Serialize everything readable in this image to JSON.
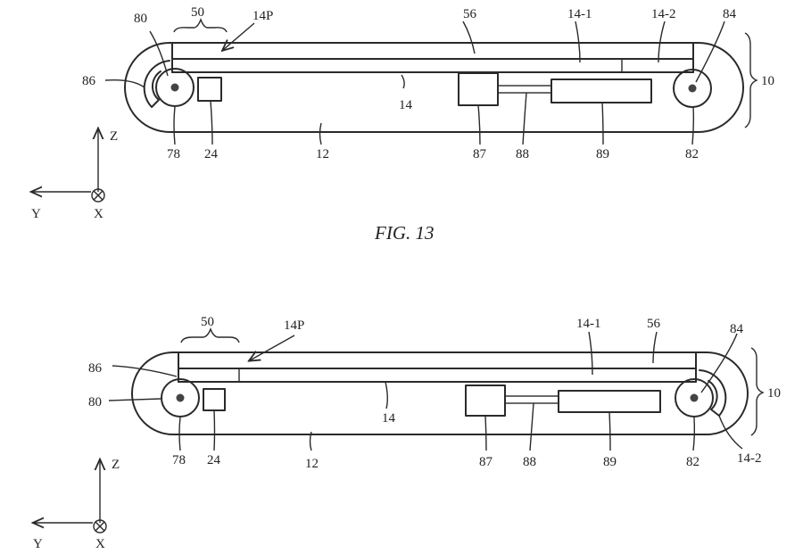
{
  "figure_caption": "FIG. 13",
  "top": {
    "labels": {
      "l80": "80",
      "l50": "50",
      "l14P": "14P",
      "l56": "56",
      "l14_1": "14-1",
      "l14_2": "14-2",
      "l84": "84",
      "l86": "86",
      "l14": "14",
      "l10": "10",
      "l78": "78",
      "l24": "24",
      "l12": "12",
      "l87": "87",
      "l88": "88",
      "l89": "89",
      "l82": "82"
    },
    "axes": {
      "z": "Z",
      "y": "Y",
      "x": "X"
    }
  },
  "bottom": {
    "labels": {
      "l50": "50",
      "l14P": "14P",
      "l14_1": "14-1",
      "l56": "56",
      "l84": "84",
      "l86": "86",
      "l80": "80",
      "l10": "10",
      "l14": "14",
      "l78": "78",
      "l24": "24",
      "l12": "12",
      "l87": "87",
      "l88": "88",
      "l89": "89",
      "l82": "82",
      "l14_2": "14-2"
    },
    "axes": {
      "z": "Z",
      "y": "Y",
      "x": "X"
    }
  }
}
